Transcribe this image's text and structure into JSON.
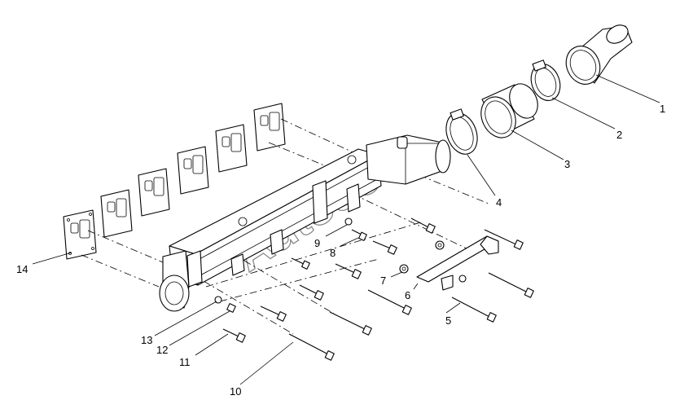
{
  "watermark": "Autosoft",
  "callouts": [
    "1",
    "2",
    "3",
    "4",
    "5",
    "6",
    "7",
    "8",
    "9",
    "10",
    "11",
    "12",
    "13",
    "14"
  ]
}
